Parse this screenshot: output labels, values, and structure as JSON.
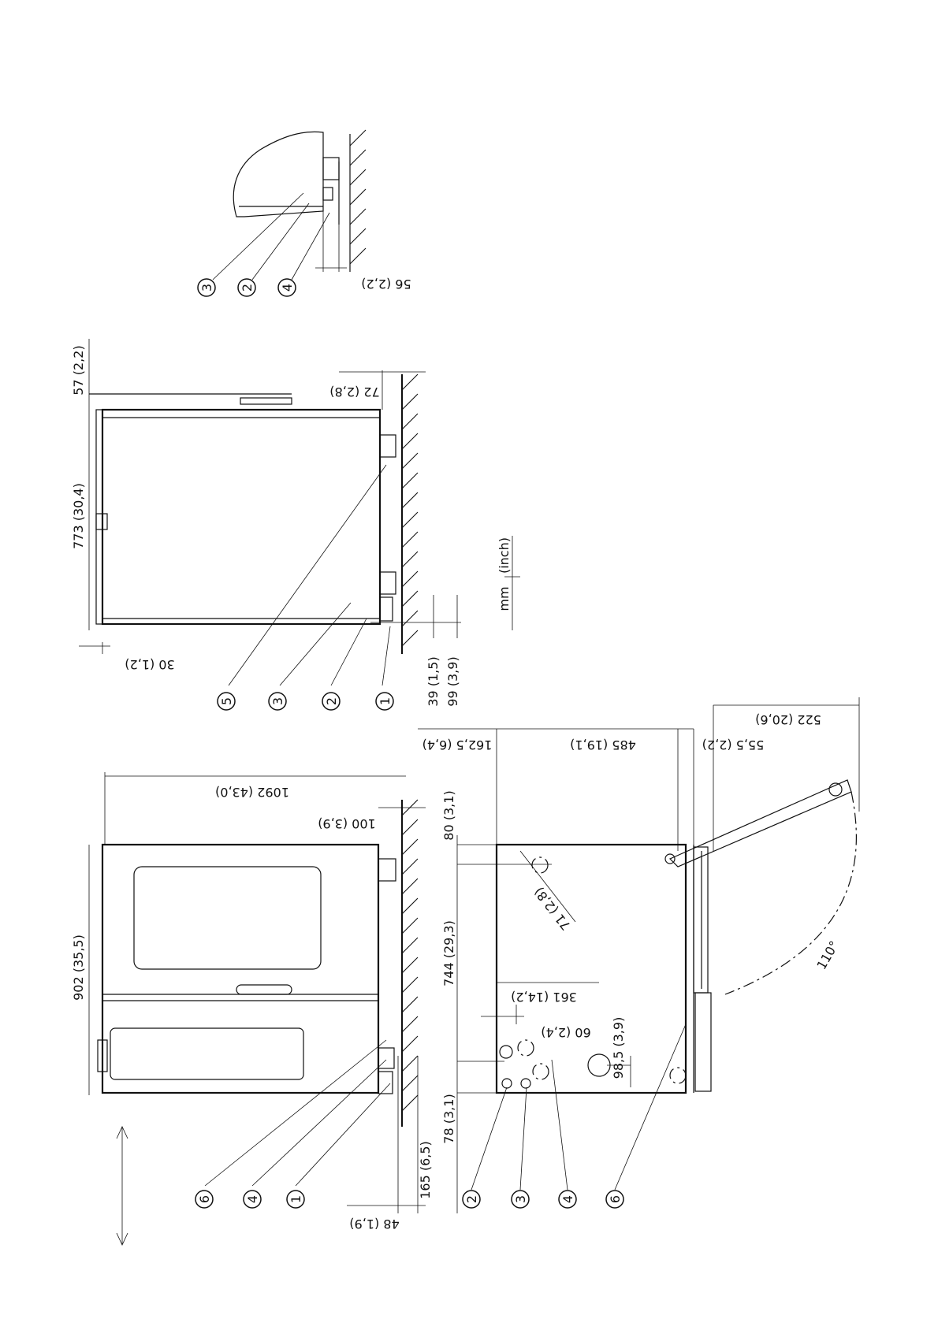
{
  "units_legend": {
    "primary": "mm",
    "secondary": "(inch)"
  },
  "front_view": {
    "width": "902 (35,5)",
    "height": "1092 (43,0)",
    "top_clearance": "100 (3,9)",
    "left_offset": "48 (1,9)",
    "conn_a": "165 (6,5)",
    "conn_b": "78 (3,1)",
    "callouts": [
      "6",
      "4",
      "1"
    ]
  },
  "side_view": {
    "depth": "773 (30,4)",
    "handle": "57 (2,2)",
    "wall_gap": "72 (2,8)",
    "door_offset": "30 (1,2)",
    "conn_a": "39 (1,5)",
    "conn_b": "99 (3,9)",
    "callouts": [
      "5",
      "3",
      "2",
      "1"
    ]
  },
  "detail_view": {
    "offset": "56 (2,2)",
    "callouts": [
      "3",
      "2",
      "4"
    ]
  },
  "plan_view": {
    "depth_total": "744 (29,3)",
    "front": "80 (3,1)",
    "diag": "71 (2,8)",
    "x1": "361 (14,2)",
    "x2": "60 (2,4)",
    "y1": "98,5 (3,9)",
    "seg1": "162,5 (6,4)",
    "seg2": "485 (19,1)",
    "seg3": "55,5 (2,2)",
    "door_depth": "522 (20,6)",
    "angle": "110°",
    "callouts": [
      "2",
      "3",
      "4",
      "6"
    ]
  }
}
